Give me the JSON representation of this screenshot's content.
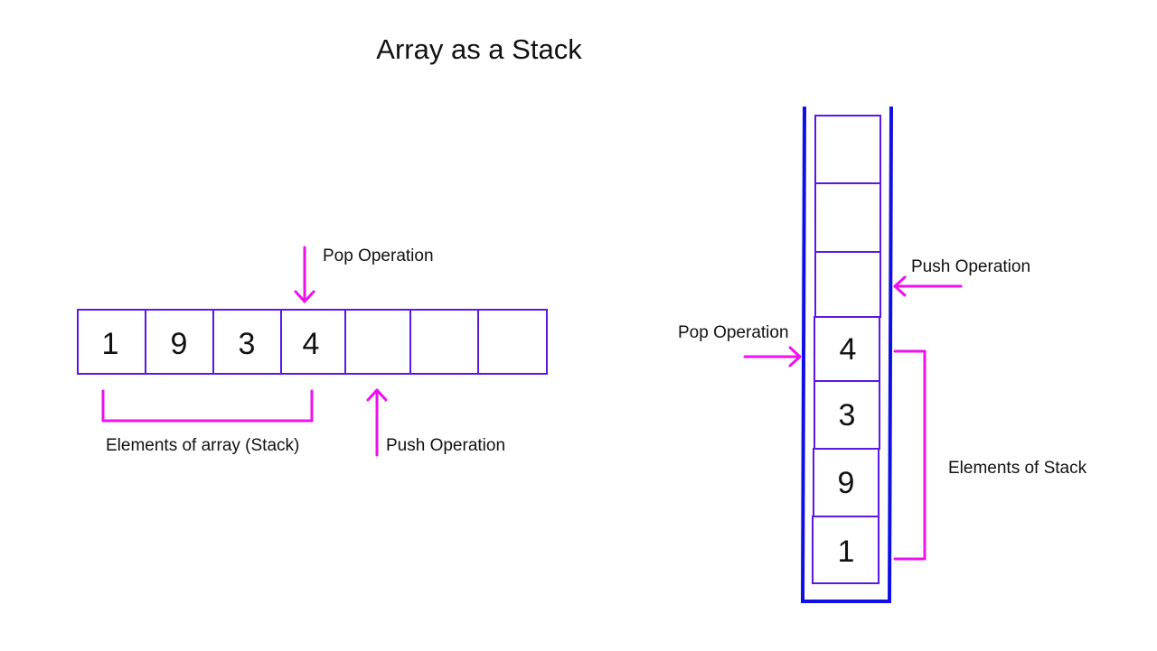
{
  "title": "Array as a Stack",
  "colors": {
    "cell_border": "#5a17e6",
    "arrow": "#ee10ee",
    "stack_container": "#1010e6",
    "text": "#111111"
  },
  "array_view": {
    "cells": [
      "1",
      "9",
      "3",
      "4",
      "",
      "",
      ""
    ],
    "pop_label": "Pop Operation",
    "push_label": "Push Operation",
    "elements_label": "Elements of array (Stack)"
  },
  "stack_view": {
    "cells_top_to_bottom": [
      "",
      "",
      "",
      "4",
      "3",
      "9",
      "1"
    ],
    "push_label": "Push Operation",
    "pop_label": "Pop Operation",
    "elements_label": "Elements of Stack"
  }
}
